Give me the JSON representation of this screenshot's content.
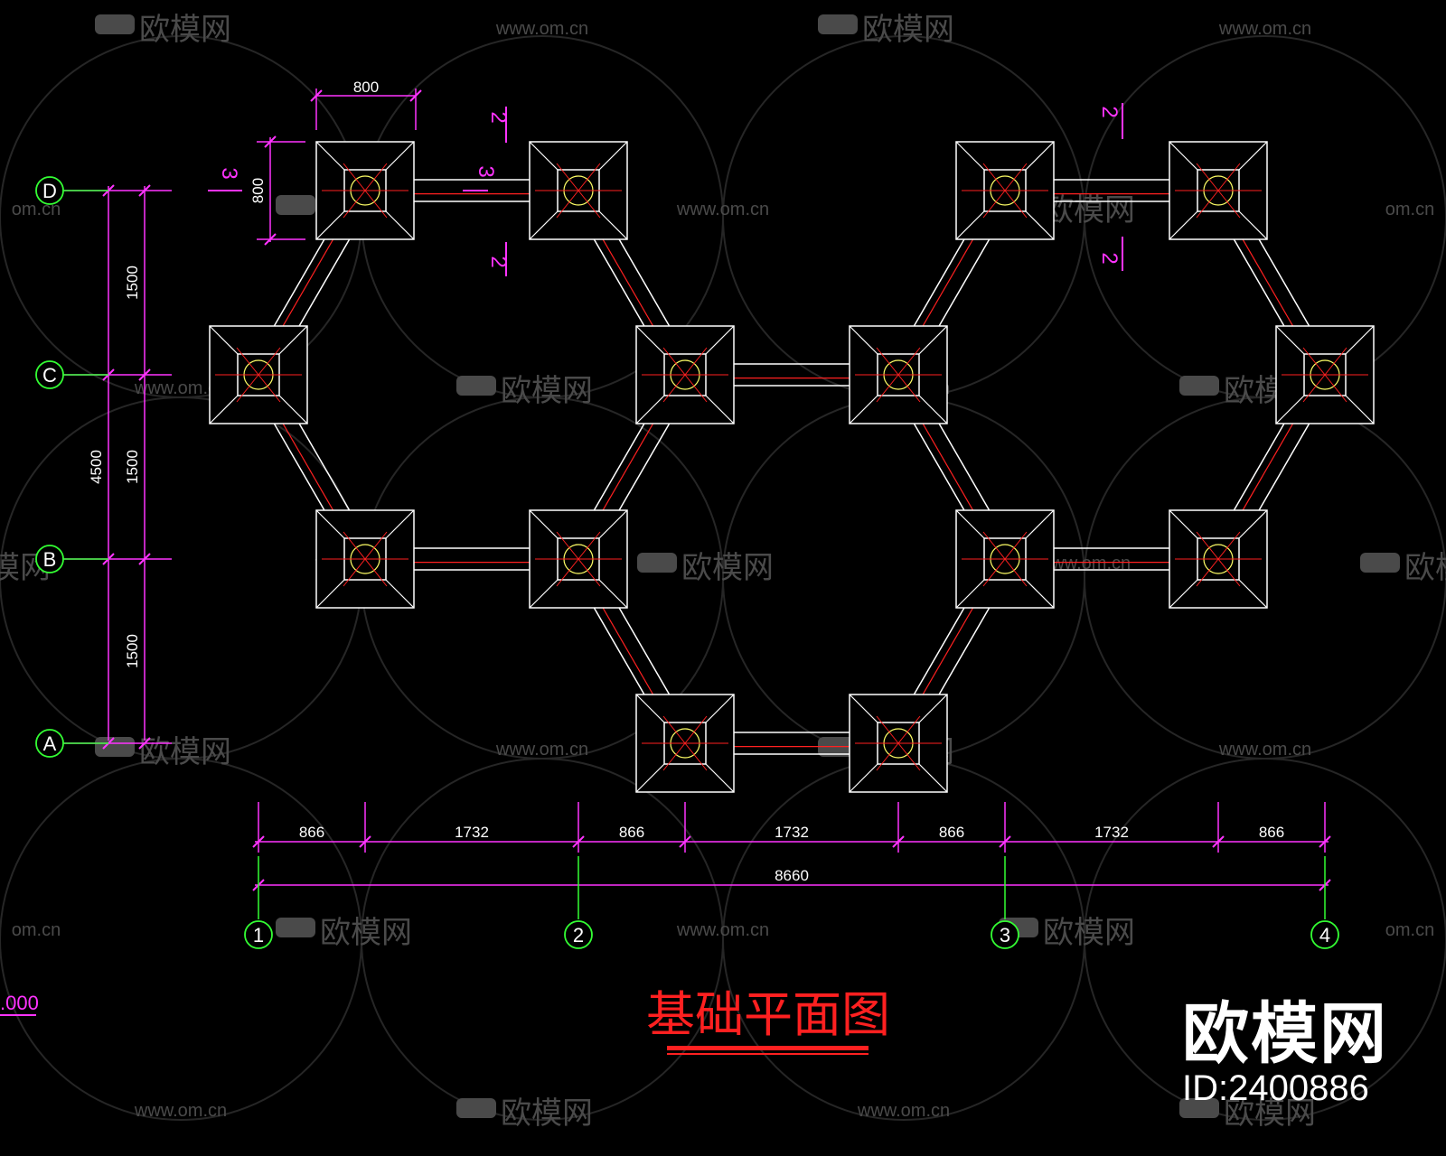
{
  "title": "基础平面图",
  "watermark": {
    "logo_text": "欧模网",
    "url_text": "www.om.cn",
    "url_text_cropped": "om.cn",
    "brand_name": "欧模网",
    "brand_id": "ID:2400886"
  },
  "left_edge_label": ".000",
  "grid_rows": [
    "D",
    "C",
    "B",
    "A"
  ],
  "grid_cols": [
    "1",
    "2",
    "3",
    "4"
  ],
  "dims": {
    "pad_width": "800",
    "pad_height": "800",
    "vertical": [
      "1500",
      "1500",
      "1500"
    ],
    "vertical_total": "4500",
    "horizontal": [
      "866",
      "1732",
      "866",
      "1732",
      "866",
      "1732",
      "866"
    ],
    "horizontal_total": "8660"
  },
  "section_marks": {
    "mark_2": "2",
    "mark_3": "3"
  },
  "colors": {
    "background": "#000000",
    "lines": "#ffffff",
    "centerline": "#ff2020",
    "dimension": "#ff33ff",
    "axis_bubble": "#33ff33",
    "watermark": "#555555",
    "title": "#ff2020"
  }
}
